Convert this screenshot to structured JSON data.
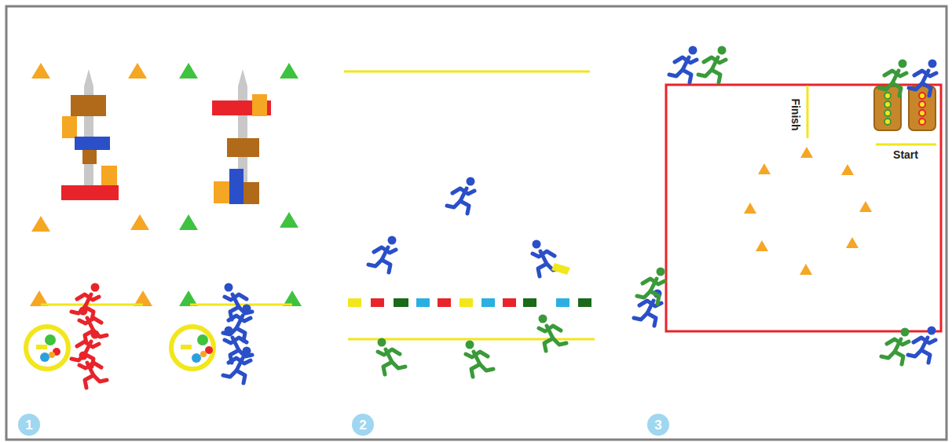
{
  "diagram": {
    "labels": [
      "1",
      "2",
      "3",
      "Finish",
      "Start"
    ]
  }
}
